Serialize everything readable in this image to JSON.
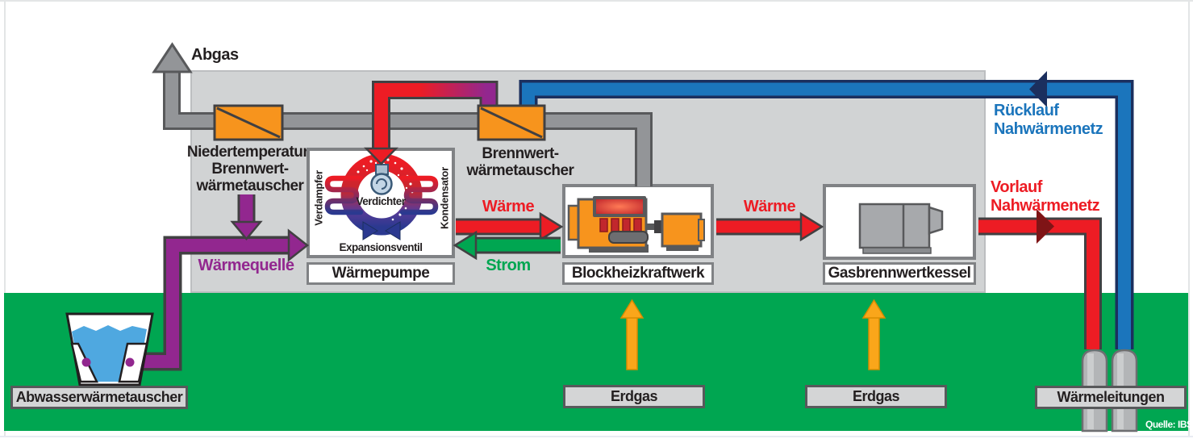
{
  "colors": {
    "ground_green": "#00A651",
    "panel_gray": "#D1D3D4",
    "pipe_gray": "#939598",
    "heat_exchanger_orange": "#F7941D",
    "heat_red": "#ED1C24",
    "network_blue": "#1B75BC",
    "source_purple": "#92278F",
    "outline_dark": "#414042",
    "text_dark": "#231F20"
  },
  "flue": {
    "exhaust_label": "Abgas"
  },
  "heat_exchangers": {
    "low_temp": {
      "line1": "Niedertemperatur-",
      "line2": "Brennwert-",
      "line3": "wärmetauscher"
    },
    "condensing": {
      "line1": "Brennwert-",
      "line2": "wärmetauscher"
    }
  },
  "heat_pump": {
    "label": "Wärmepumpe",
    "evaporator": "Verdampfer",
    "compressor": "Verdichter",
    "condenser": "Kondensator",
    "expansion_valve": "Expansionsventil"
  },
  "chp": {
    "label": "Blockheizkraftwerk"
  },
  "boiler": {
    "label": "Gasbrennwertkessel"
  },
  "flows": {
    "heat_to_chp": "Wärme",
    "electricity": "Strom",
    "heat_to_boiler": "Wärme",
    "heat_source": "Wärmequelle"
  },
  "network": {
    "return_line1": "Rücklauf",
    "return_line2": "Nahwärmenetz",
    "supply_line1": "Vorlauf",
    "supply_line2": "Nahwärmenetz"
  },
  "ground": {
    "sewage_hx_label": "Abwasserwärmetauscher",
    "natural_gas_left": "Erdgas",
    "natural_gas_right": "Erdgas",
    "heat_pipes_label": "Wärmeleitungen",
    "source_credit": "Quelle: IBS"
  },
  "icons": {
    "exhaust_arrow": "up-arrow-gray",
    "heat_exchanger": "orange-box-diagonal",
    "compressor": "spiral-circle",
    "expansion_valve": "double-chevron",
    "sewage_bucket": "water-tub",
    "chp_engine": "engine-with-generator",
    "boiler_unit": "gray-boiler",
    "gas_arrow": "up-arrow-orange"
  }
}
